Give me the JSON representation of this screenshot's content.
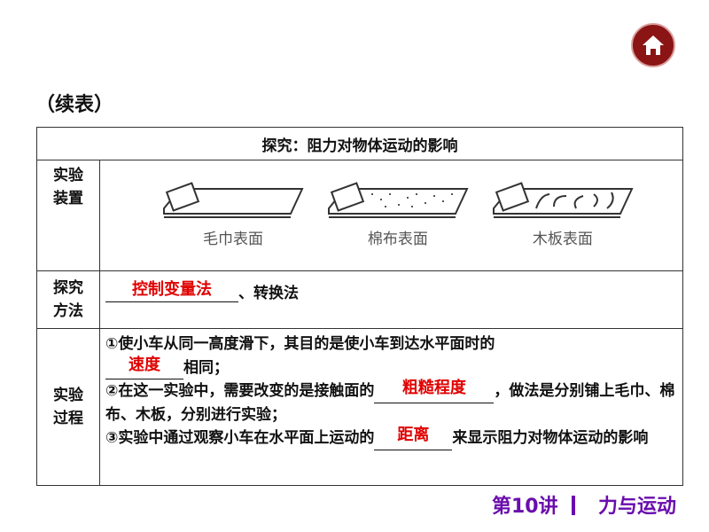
{
  "title": "（续表）",
  "home_button": {
    "icon": "home-icon"
  },
  "table": {
    "header": "探究：阻力对物体运动的影响",
    "setup": {
      "label": "实验装置",
      "figures": [
        {
          "caption": "毛巾表面",
          "surface": "towel"
        },
        {
          "caption": "棉布表面",
          "surface": "cotton"
        },
        {
          "caption": "木板表面",
          "surface": "wood"
        }
      ]
    },
    "method": {
      "label": "探究方法",
      "answer": "控制变量法",
      "suffix": "、转换法"
    },
    "process": {
      "label": "实验过程",
      "item1_pre": "①使小车从同一高度滑下，其目的是使小车到达水平面时的",
      "item1_answer": "速度",
      "item1_post": "相同；",
      "item2_pre": "②在这一实验中，需要改变的是接触面的",
      "item2_answer": "粗糙程度",
      "item2_post": "，做法是分别铺上毛巾、棉布、木板，分别进行实验；",
      "item3_pre": "③实验中通过观察小车在水平面上运动的",
      "item3_answer": "距离",
      "item3_post": "来显示阻力对物体运动的影响"
    }
  },
  "footer": {
    "lecture": "第10讲",
    "topic": "力与运动"
  },
  "colors": {
    "answer": "#e00000",
    "footer": "#6a0dad",
    "home": "#8b1414"
  }
}
